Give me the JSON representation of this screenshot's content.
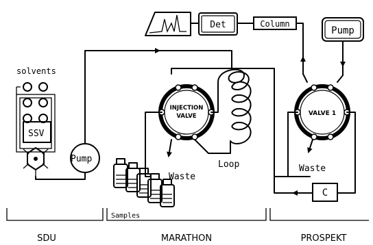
{
  "labels": {
    "solvents": "solvents",
    "ssv": "SSV",
    "pump_left": "Pump",
    "pump_right": "Pump",
    "det": "Det",
    "column": "Column",
    "injection_valve_line1": "INJECTION",
    "injection_valve_line2": "VALVE",
    "valve1": "VALVE 1",
    "loop": "Loop",
    "waste_left": "Waste",
    "waste_right": "Waste",
    "c_box": "C",
    "samples": "Samples",
    "section_sdu": "SDU",
    "section_marathon": "MARATHON",
    "section_prospekt": "PROSPEKT"
  },
  "icons": [
    "chromatogram-icon",
    "sample-vial-icon",
    "solvent-bottle-icon",
    "arrow-icon"
  ]
}
